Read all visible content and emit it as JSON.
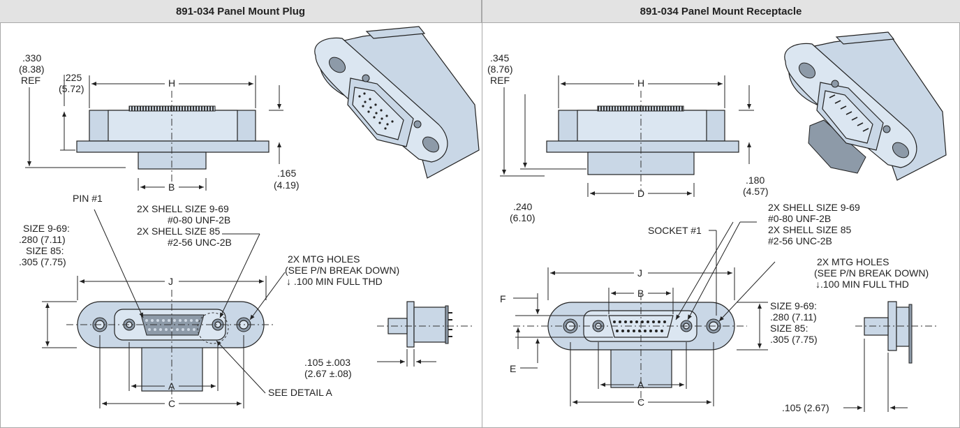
{
  "panels": {
    "plug": {
      "title": "891-034 Panel Mount Plug",
      "dims": {
        "side_top_in": ".225",
        "side_top_mm": "(5.72)",
        "ref_in": ".330",
        "ref_mm": "(8.38)",
        "ref_word": "REF",
        "h": "H",
        "b": "B",
        "ledge_in": ".165",
        "ledge_mm": "(4.19)",
        "pin1": "PIN #1",
        "size969": "SIZE 9-69:",
        "size969_val": ".280 (7.11)",
        "size85": "SIZE 85:",
        "size85_val": ".305 (7.75)",
        "shell969": "2X SHELL SIZE 9-69",
        "thread969": "#0-80 UNF-2B",
        "shell85": "2X SHELL SIZE 85",
        "thread85": "#2-56 UNC-2B",
        "mtg1": "2X MTG HOLES",
        "mtg2": "(SEE P/N BREAK DOWN)",
        "mtg3": "↓ .100 MIN FULL THD",
        "j": "J",
        "a": "A",
        "c": "C",
        "detail": "SEE DETAIL  A",
        "tail_in": ".105 ±.003",
        "tail_mm": "(2.67 ±.08)"
      }
    },
    "receptacle": {
      "title": "891-034 Panel Mount Receptacle",
      "dims": {
        "ref_in": ".345",
        "ref_mm": "(8.76)",
        "ref_word": "REF",
        "h": "H",
        "d": "D",
        "ledge_in": ".180",
        "ledge_mm": "(4.57)",
        "side_in": ".240",
        "side_mm": "(6.10)",
        "socket1": "SOCKET #1",
        "shell969": "2X SHELL SIZE 9-69",
        "thread969": "#0-80 UNF-2B",
        "shell85": "2X SHELL SIZE 85",
        "thread85": "#2-56 UNC-2B",
        "mtg1": "2X MTG HOLES",
        "mtg2": "(SEE P/N BREAK DOWN)",
        "mtg3": "↓.100 MIN FULL THD",
        "j": "J",
        "b": "B",
        "f": "F",
        "e": "E",
        "a": "A",
        "c": "C",
        "size969": "SIZE 9-69:",
        "size969_val": ".280 (7.11)",
        "size85": "SIZE 85:",
        "size85_val": ".305 (7.75)",
        "tail": ".105 (2.67)"
      }
    }
  },
  "colors": {
    "body": "#c9d7e6",
    "header_bg": "#e3e3e3",
    "line": "#222222"
  }
}
